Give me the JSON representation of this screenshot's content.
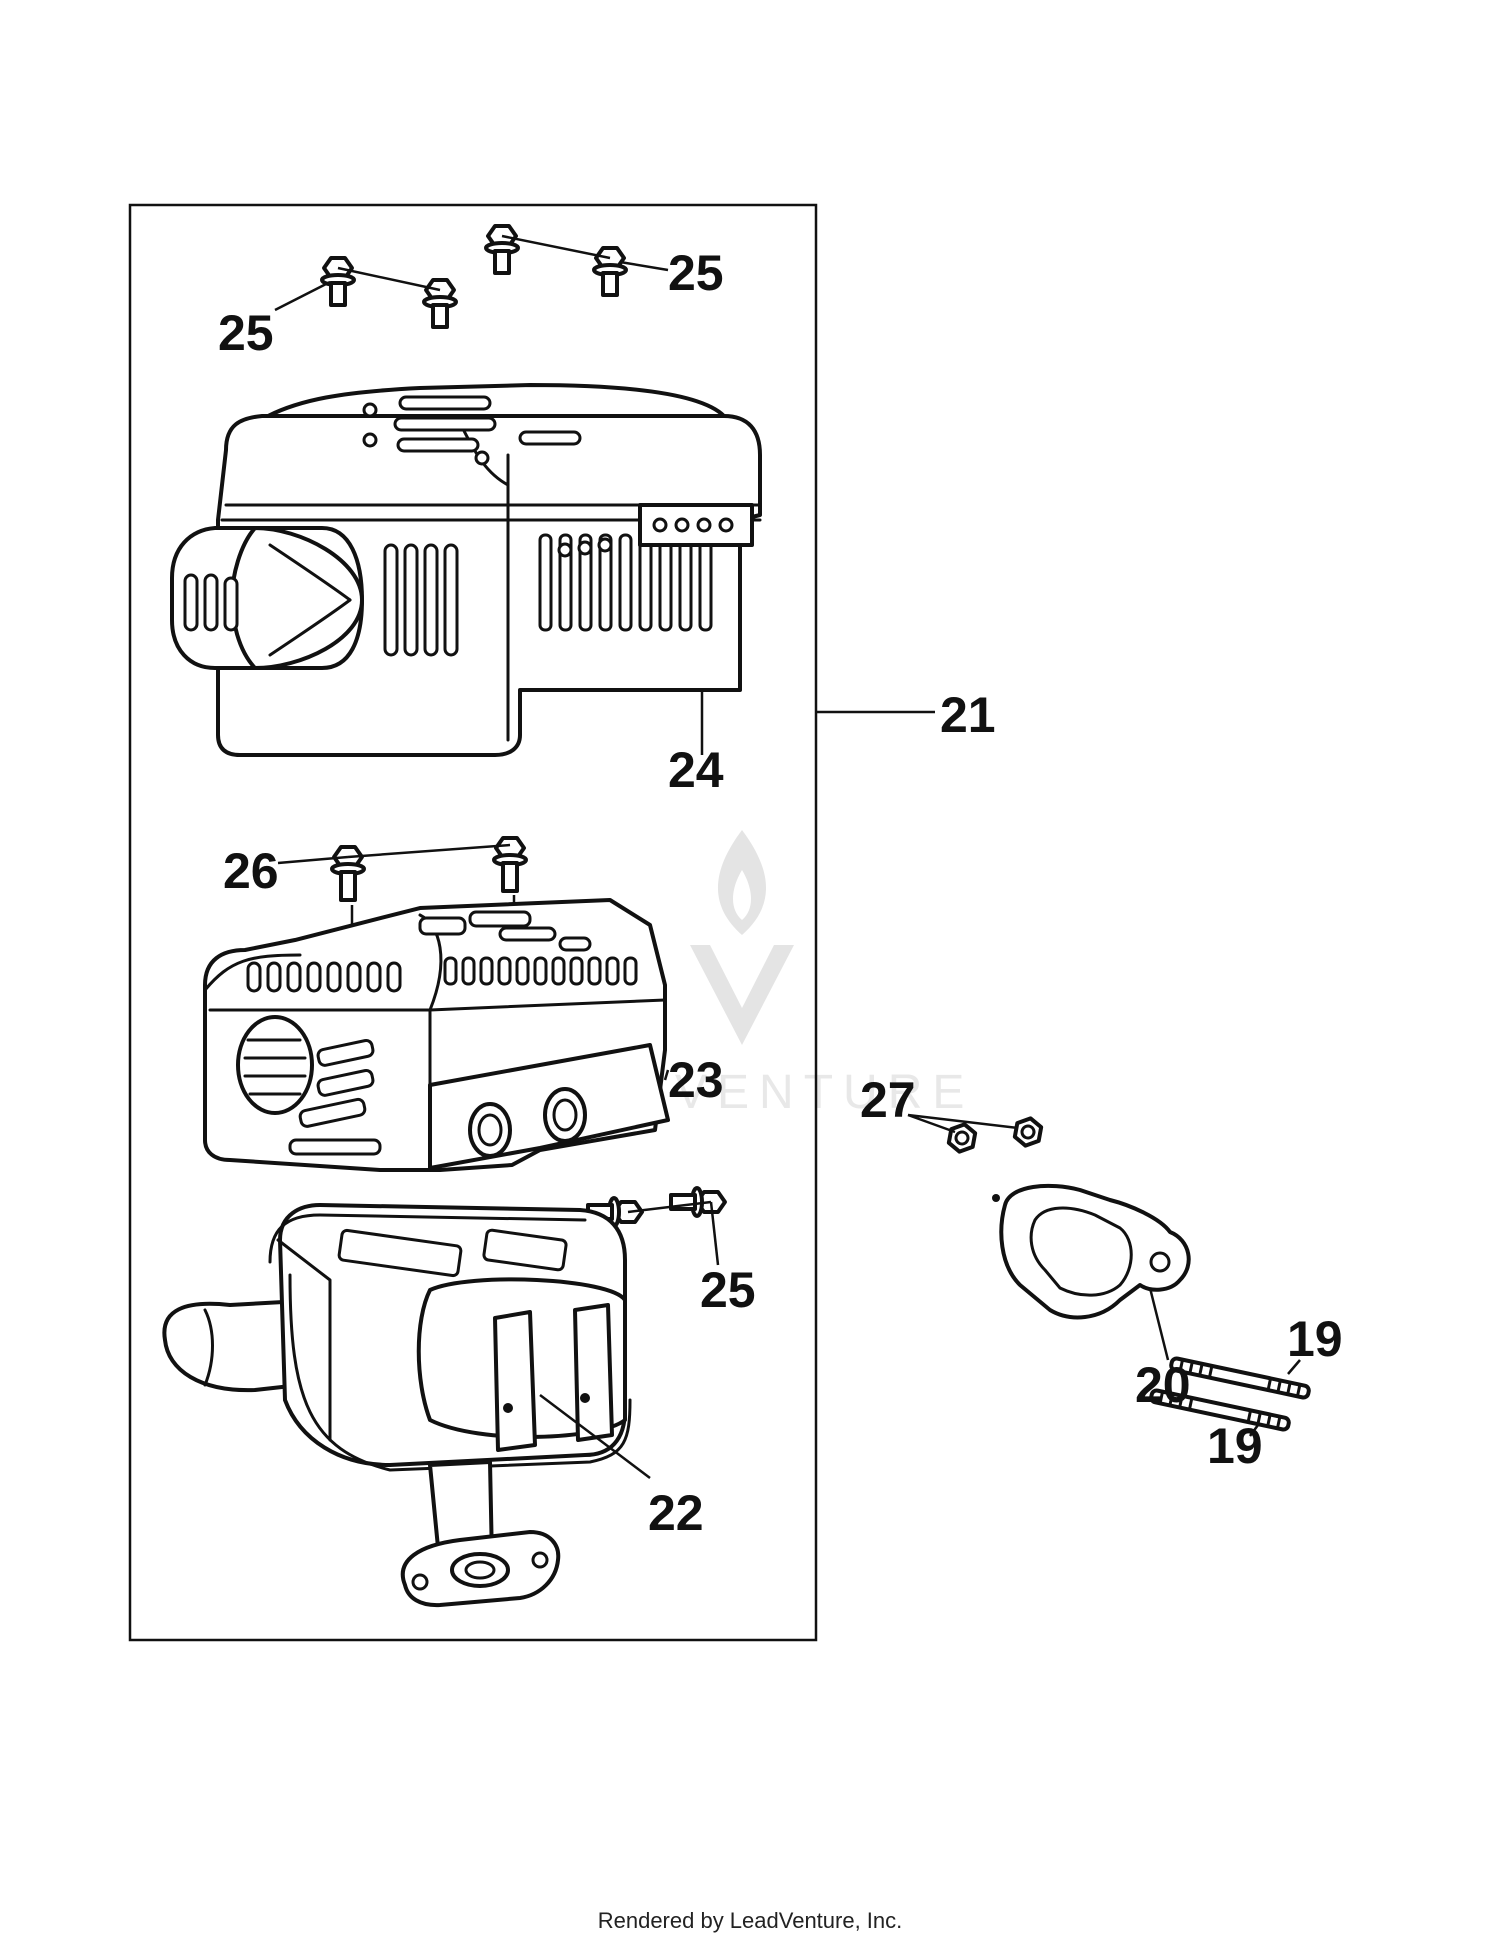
{
  "callouts": {
    "c19a": "19",
    "c19b": "19",
    "c20": "20",
    "c21": "21",
    "c22": "22",
    "c23": "23",
    "c24": "24",
    "c25a": "25",
    "c25b": "25",
    "c25c": "25",
    "c26": "26",
    "c27": "27"
  },
  "footer": {
    "credit": "Rendered by LeadVenture, Inc."
  },
  "watermark": {
    "brand": "LEADVENTURE"
  },
  "colors": {
    "line": "#111111",
    "background": "#ffffff",
    "watermark": "#e4e4e4"
  }
}
